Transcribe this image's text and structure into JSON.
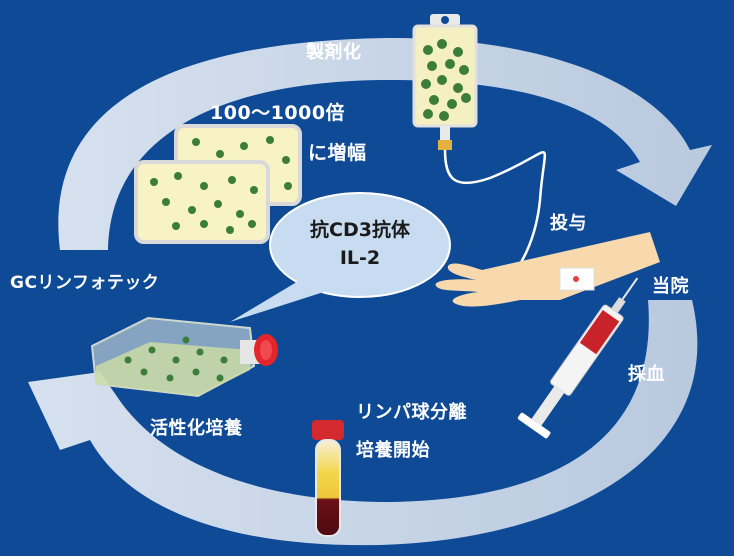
{
  "labels": {
    "formulation": "製剤化",
    "amplify_line1": "100〜1000倍",
    "amplify_line2": "に増幅",
    "bubble_line1": "抗CD3抗体",
    "bubble_line2": "IL-2",
    "administration": "投与",
    "gc_company": "GCリンフォテック",
    "hospital": "当院",
    "blood_draw": "採血",
    "activation_culture": "活性化培養",
    "separation_line1": "リンパ球分離",
    "separation_line2": "培養開始"
  },
  "icons": [
    "iv-bag-icon",
    "culture-dish-icon",
    "culture-flask-icon",
    "arm-icon",
    "syringe-icon",
    "blood-tube-icon"
  ],
  "colors": {
    "background": "#0e4a96",
    "cycle_arrow": "#c5d3e6",
    "bubble": "#c7dcf0",
    "skin": "#f8d9ad",
    "dish": "#f7f3c4",
    "cell": "#3c7d3a"
  }
}
